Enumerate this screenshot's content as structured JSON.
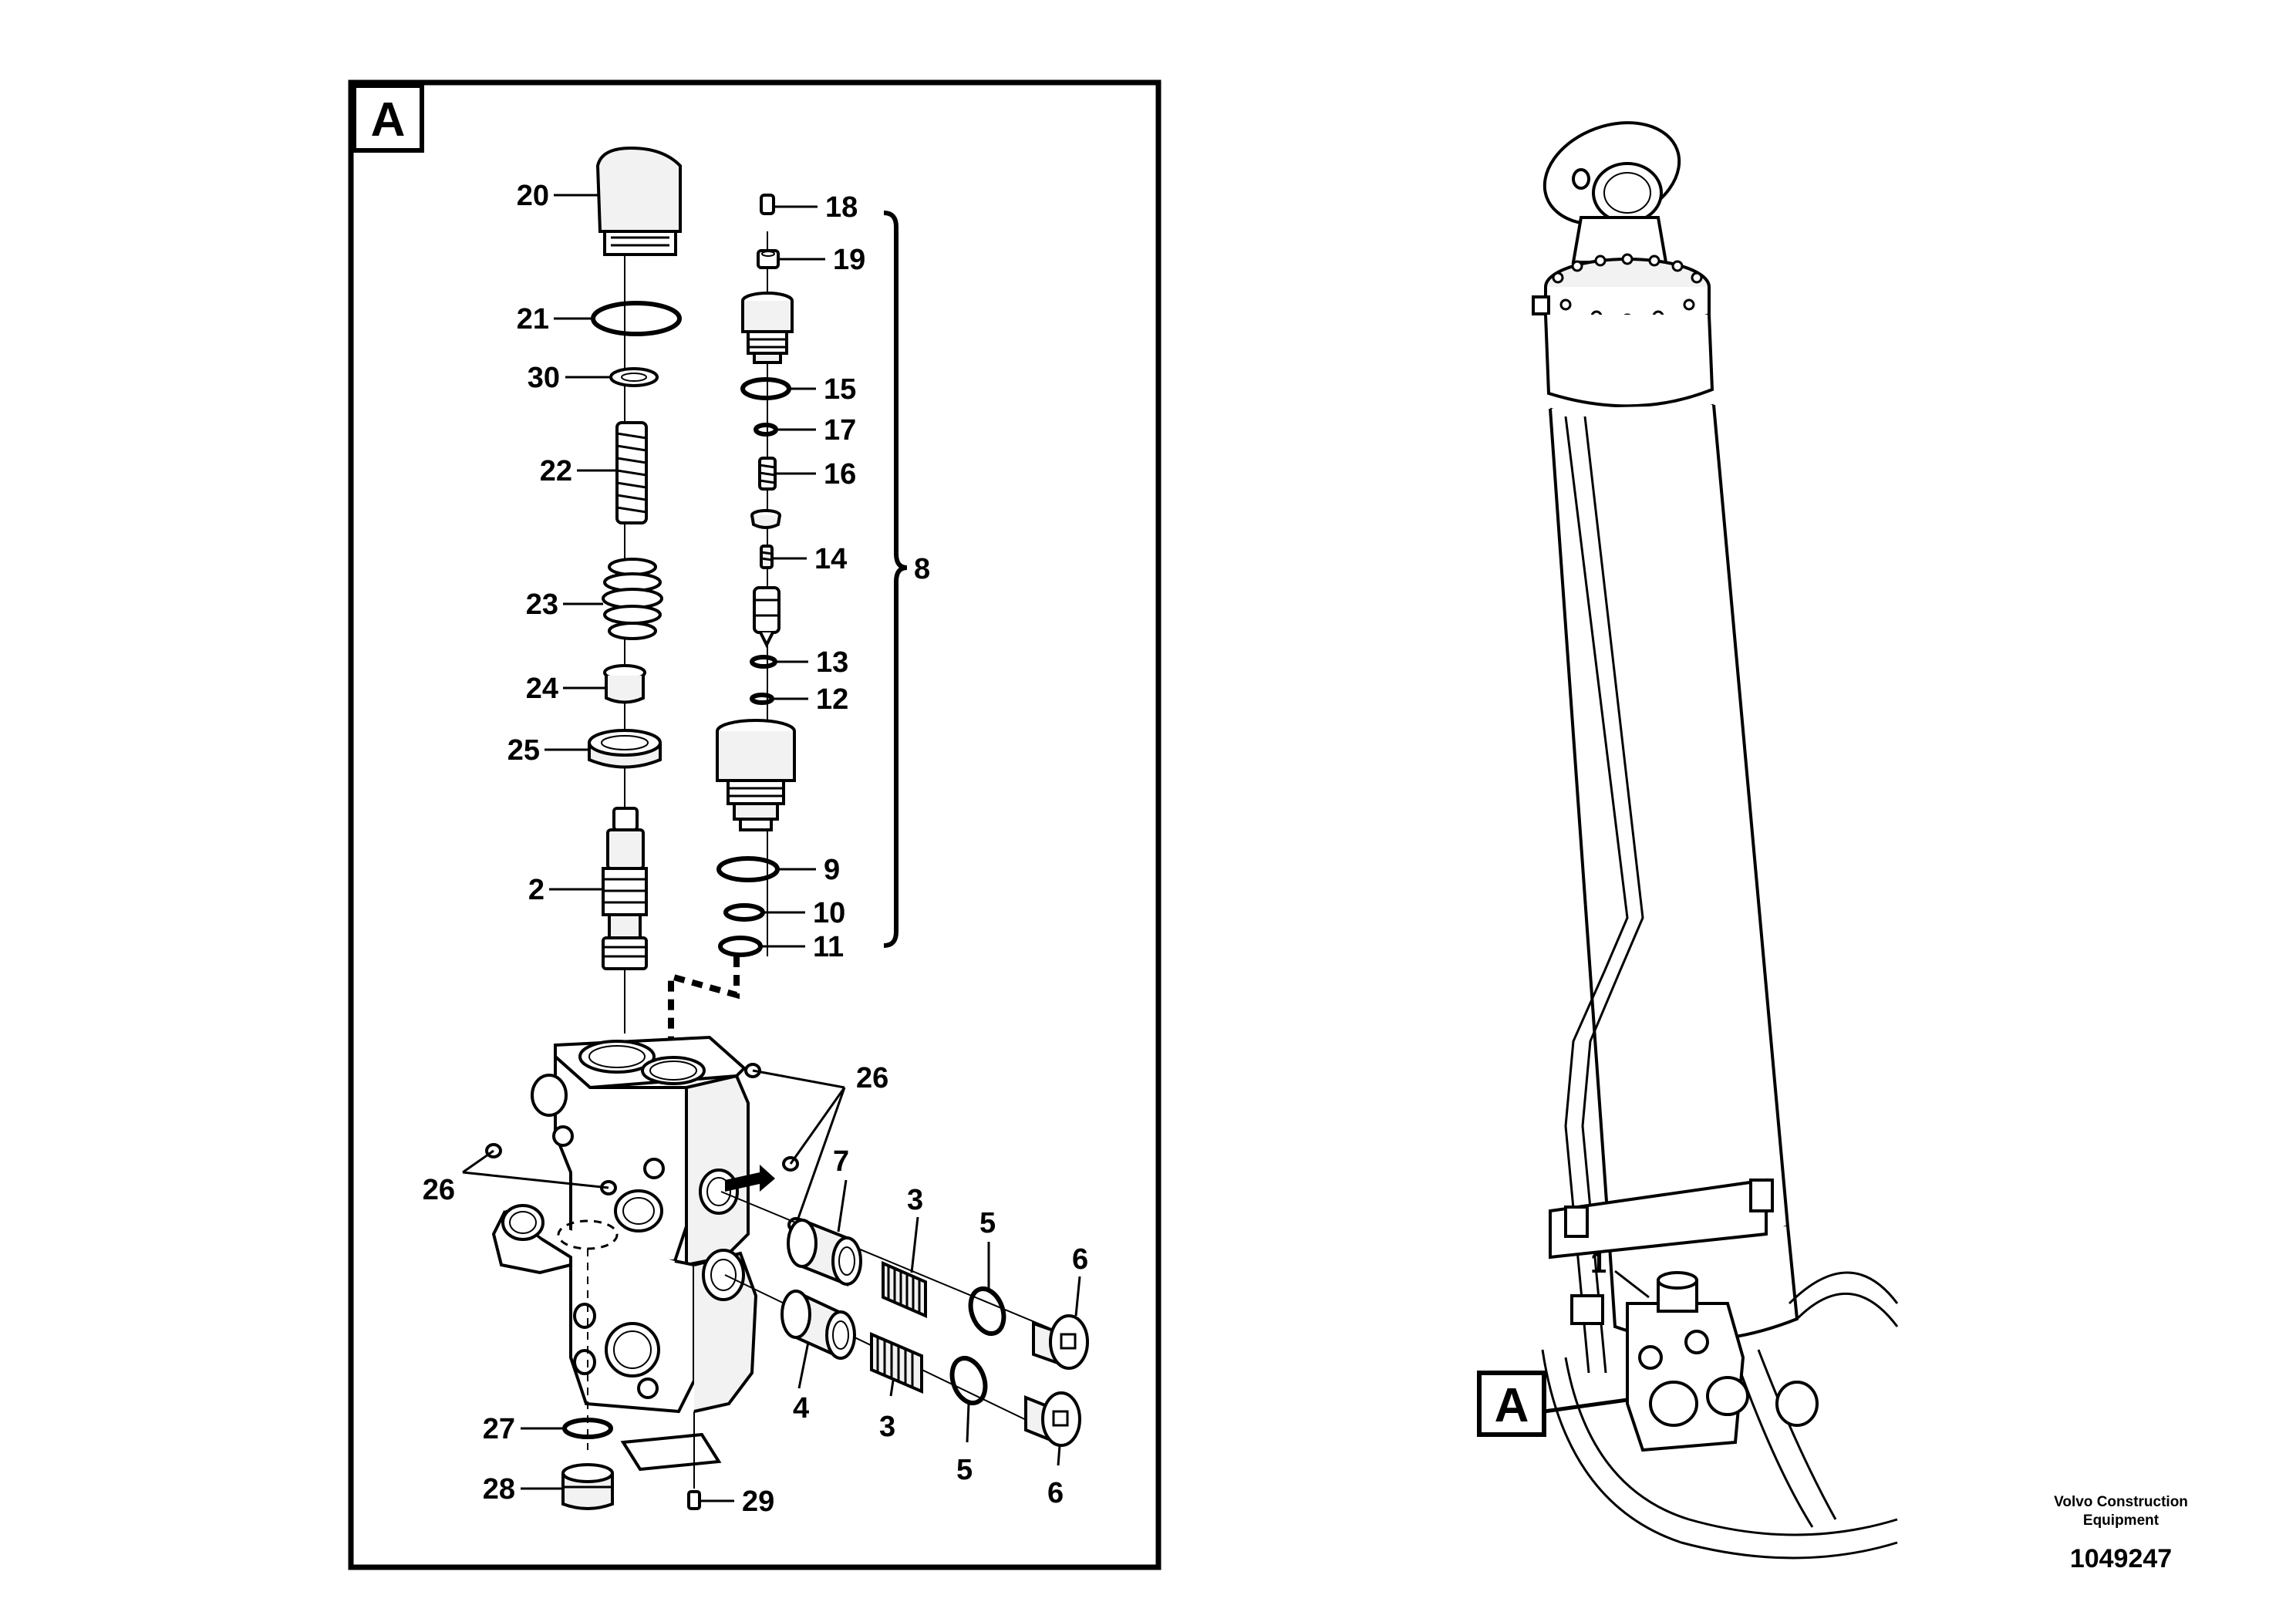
{
  "detail_box": {
    "label": "A"
  },
  "callouts": {
    "c20": "20",
    "c21": "21",
    "c30": "30",
    "c22": "22",
    "c23": "23",
    "c24": "24",
    "c25": "25",
    "c2": "2",
    "c18": "18",
    "c19": "19",
    "c15": "15",
    "c17": "17",
    "c16": "16",
    "c14": "14",
    "c13": "13",
    "c12": "12",
    "c9": "9",
    "c10": "10",
    "c11": "11",
    "c8": "8",
    "c26a": "26",
    "c26b": "26",
    "c7": "7",
    "c3a": "3",
    "c3b": "3",
    "c5a": "5",
    "c5b": "5",
    "c6a": "6",
    "c6b": "6",
    "c4": "4",
    "c27": "27",
    "c28": "28",
    "c29": "29",
    "c1": "1"
  },
  "overview": {
    "label": "A"
  },
  "credit": {
    "company_line1": "Volvo Construction",
    "company_line2": "Equipment",
    "figure_number": "1049247"
  }
}
